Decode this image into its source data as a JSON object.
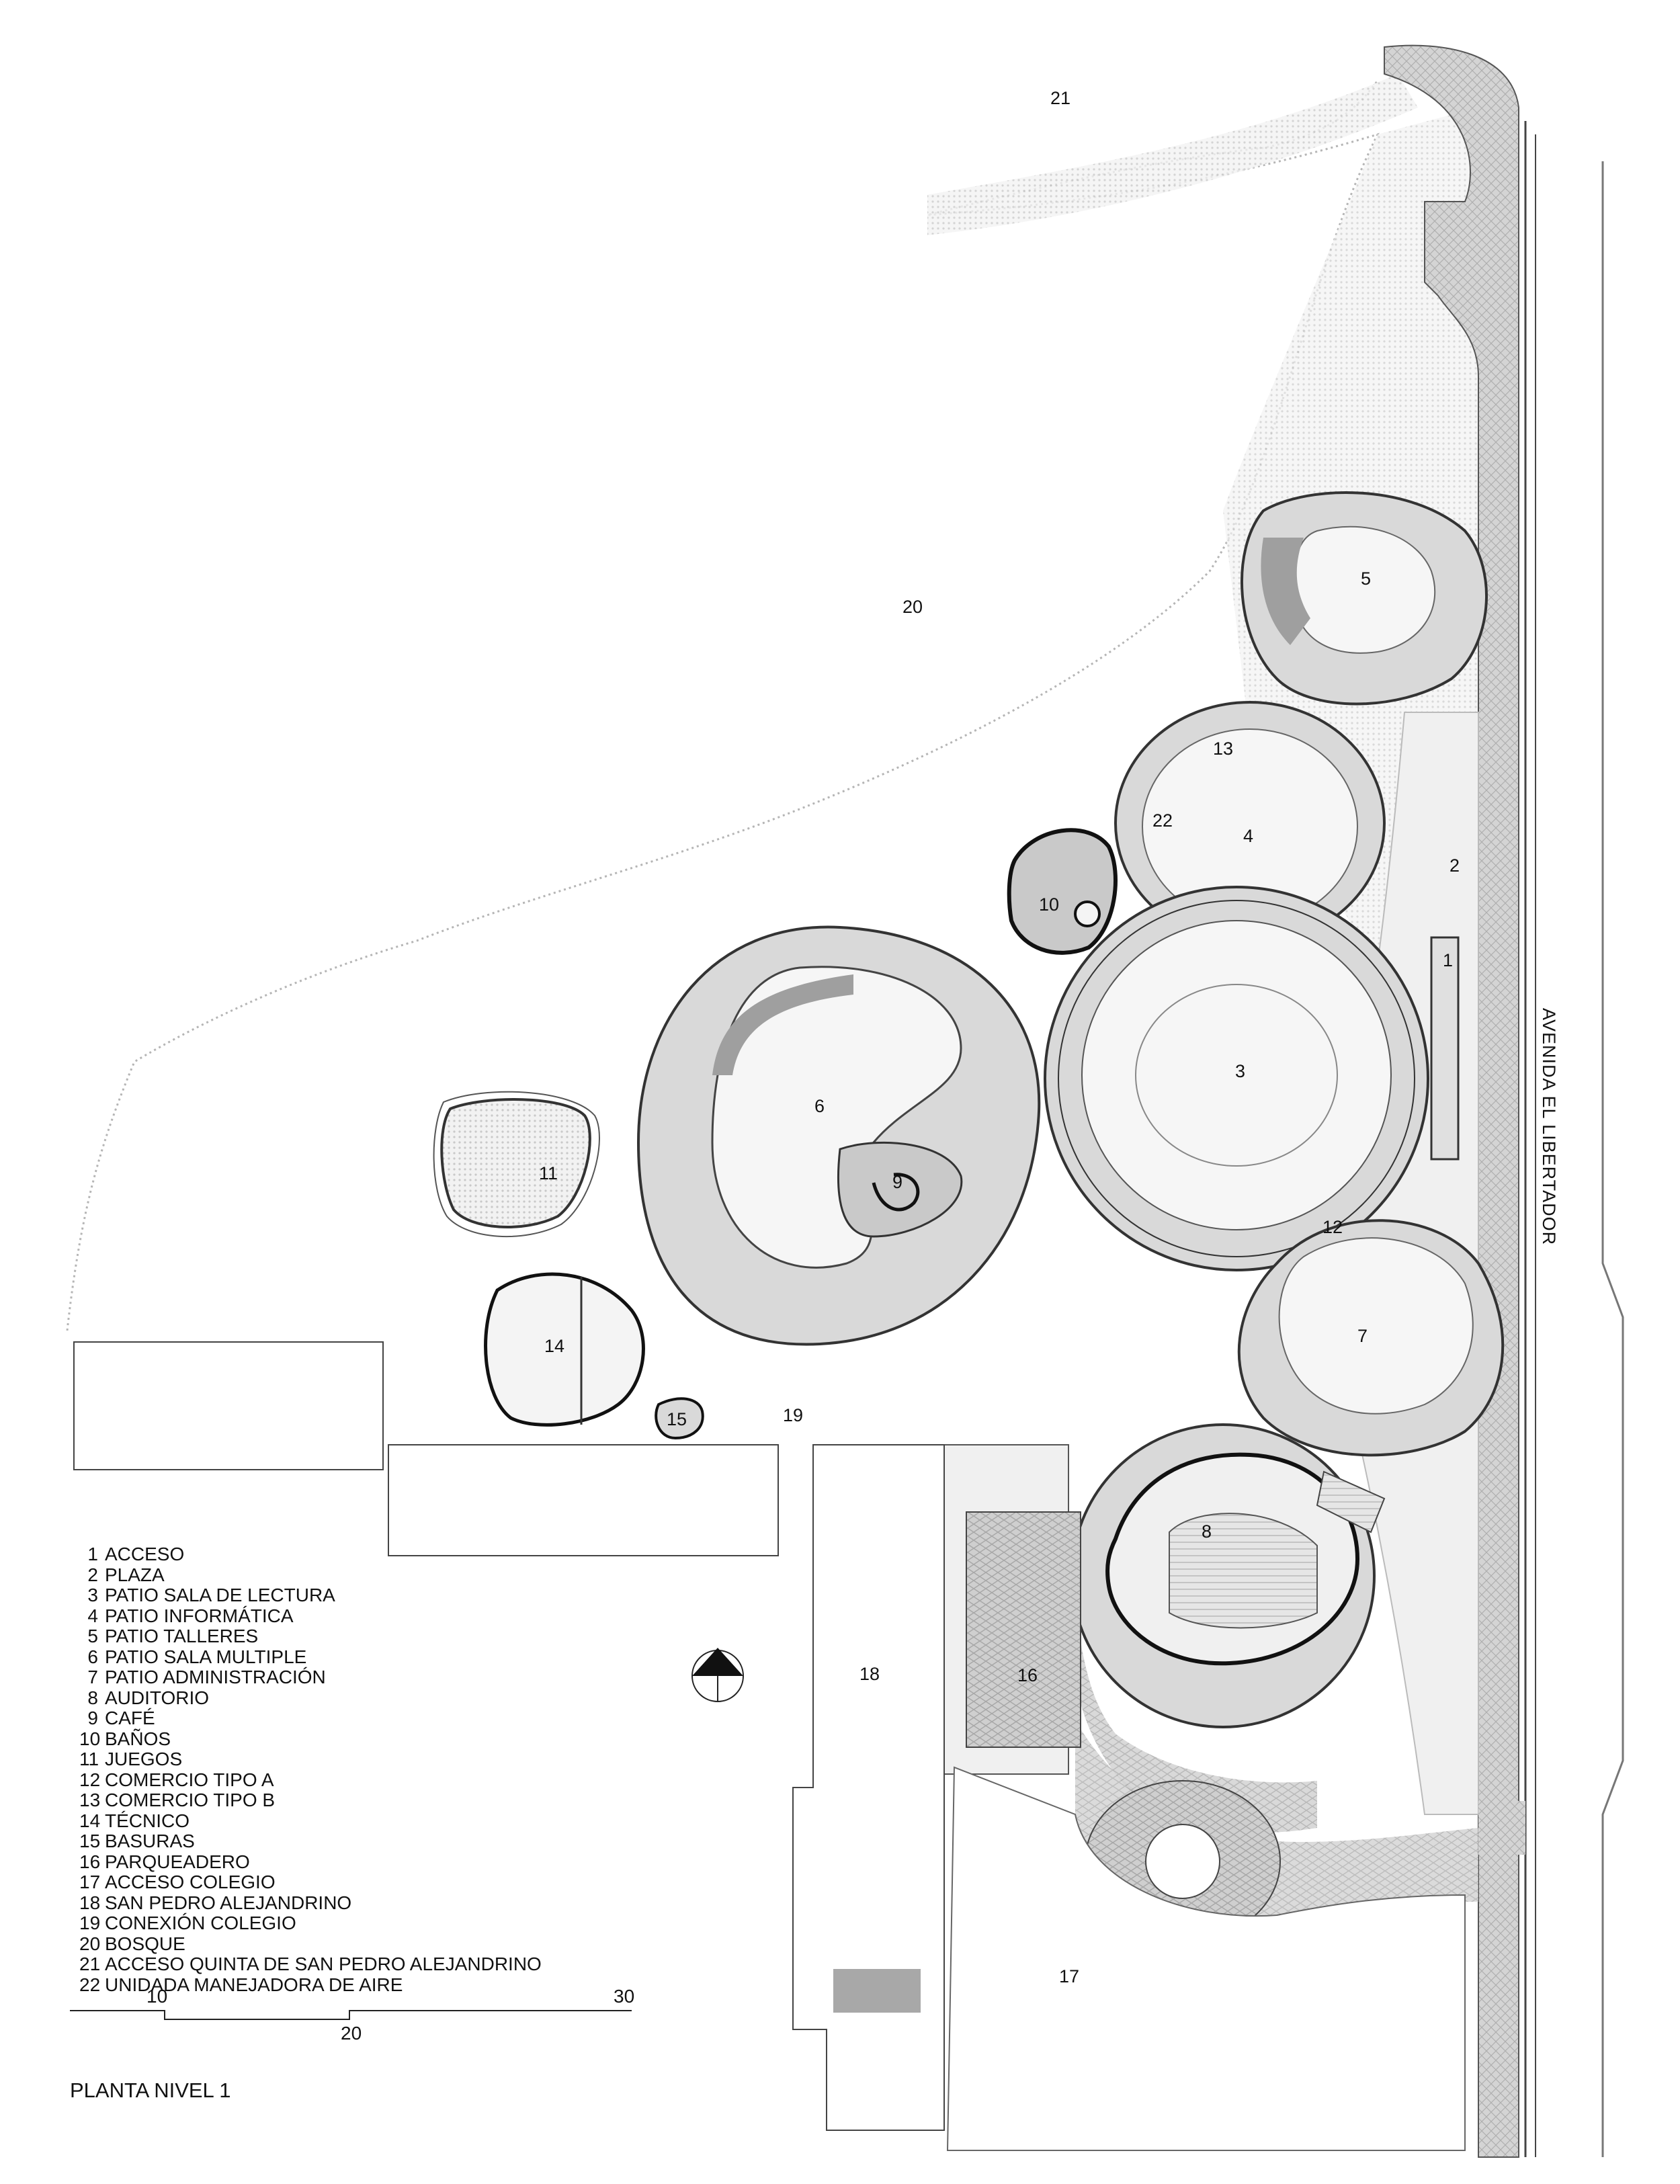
{
  "plan": {
    "title": "PLANTA NIVEL 1",
    "street_label": "AVENIDA EL LIBERTADOR",
    "north_icon": "north-arrow-icon",
    "colors": {
      "paving": "#d8d8d8",
      "patio": "#f4f4f4",
      "building": "#e3e3e3",
      "pattern": "#bdbdbd",
      "line": "#222222",
      "dark": "#9a9a9a"
    },
    "zone_labels": [
      "1",
      "2",
      "3",
      "4",
      "5",
      "6",
      "7",
      "8",
      "9",
      "10",
      "11",
      "12",
      "13",
      "14",
      "15",
      "16",
      "17",
      "18",
      "19",
      "20",
      "21",
      "22"
    ]
  },
  "legend": [
    {
      "num": "1",
      "text": "ACCESO"
    },
    {
      "num": "2",
      "text": "PLAZA"
    },
    {
      "num": "3",
      "text": "PATIO SALA DE LECTURA"
    },
    {
      "num": "4",
      "text": "PATIO INFORMÁTICA"
    },
    {
      "num": "5",
      "text": "PATIO TALLERES"
    },
    {
      "num": "6",
      "text": "PATIO SALA MULTIPLE"
    },
    {
      "num": "7",
      "text": "PATIO ADMINISTRACIÓN"
    },
    {
      "num": "8",
      "text": "AUDITORIO"
    },
    {
      "num": "9",
      "text": "CAFÉ"
    },
    {
      "num": "10",
      "text": "BAÑOS"
    },
    {
      "num": "11",
      "text": "JUEGOS"
    },
    {
      "num": "12",
      "text": "COMERCIO TIPO A"
    },
    {
      "num": "13",
      "text": "COMERCIO TIPO B"
    },
    {
      "num": "14",
      "text": "TÉCNICO"
    },
    {
      "num": "15",
      "text": "BASURAS"
    },
    {
      "num": "16",
      "text": "PARQUEADERO"
    },
    {
      "num": "17",
      "text": "ACCESO COLEGIO"
    },
    {
      "num": "18",
      "text": "SAN PEDRO ALEJANDRINO"
    },
    {
      "num": "19",
      "text": "CONEXIÓN COLEGIO"
    },
    {
      "num": "20",
      "text": "BOSQUE"
    },
    {
      "num": "21",
      "text": "ACCESO QUINTA DE SAN PEDRO ALEJANDRINO"
    },
    {
      "num": "22",
      "text": "UNIDADA MANEJADORA DE AIRE"
    }
  ],
  "scale": {
    "labels": [
      "10",
      "20",
      "30"
    ]
  }
}
